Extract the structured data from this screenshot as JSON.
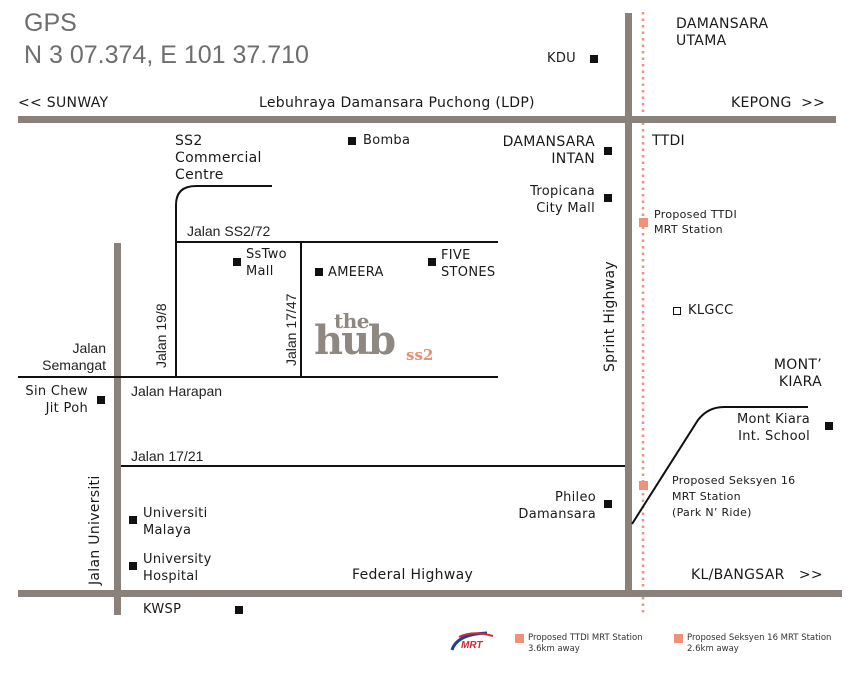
{
  "gps": {
    "title": "GPS",
    "coordinates": "N 3 07.374, E 101 37.710"
  },
  "colors": {
    "highway": "#8a817a",
    "road": "#111111",
    "mrt_line": "#f0917a",
    "hub_gray": "#8f8881",
    "hub_accent": "#ef8a6e",
    "gps_text": "#6e6e6e"
  },
  "highways": {
    "ldp": "Lebuhraya Damansara Puchong (LDP)",
    "sunway": "<< SUNWAY",
    "kepong": "KEPONG  >>",
    "sprint": "Sprint Highway",
    "federal": "Federal Highway",
    "kl_bangsar": "KL/BANGSAR   >>",
    "jalan_universiti": "Jalan Universiti"
  },
  "roads": {
    "ss2_72": "Jalan SS2/72",
    "jalan_19_8": "Jalan 19/8",
    "jalan_17_47": "Jalan 17/47",
    "harapan": "Jalan Harapan",
    "jalan_17_21": "Jalan 17/21",
    "semangat_1": "Jalan",
    "semangat_2": "Semangat"
  },
  "areas": {
    "damansara_utama_1": "DAMANSARA",
    "damansara_utama_2": "UTAMA",
    "ttdi": "TTDI",
    "mont_kiara_1": "MONT’",
    "mont_kiara_2": "KIARA",
    "ss2_cc_1": "SS2",
    "ss2_cc_2": "Commercial",
    "ss2_cc_3": "Centre"
  },
  "landmarks": {
    "kdu": "KDU",
    "bomba": "Bomba",
    "damansara_intan_1": "DAMANSARA",
    "damansara_intan_2": "INTAN",
    "tropicana_1": "Tropicana",
    "tropicana_2": "City Mall",
    "sstwo_1": "SsTwo",
    "sstwo_2": "Mall",
    "ameera": "AMEERA",
    "five_stones_1": "FIVE",
    "five_stones_2": "STONES",
    "klgcc": "KLGCC",
    "sin_chew_1": "Sin Chew",
    "sin_chew_2": "Jit Poh",
    "mkis_1": "Mont Kiara",
    "mkis_2": "Int. School",
    "phileo_1": "Phileo",
    "phileo_2": "Damansara",
    "um_1": "Universiti",
    "um_2": "Malaya",
    "uh_1": "University",
    "uh_2": "Hospital",
    "kwsp": "KWSP"
  },
  "stations": {
    "ttdi_1": "Proposed TTDI",
    "ttdi_2": "MRT Station",
    "s16_1": "Proposed Seksyen 16",
    "s16_2": "MRT Station",
    "s16_3": "(Park N’ Ride)"
  },
  "logo": {
    "the": "the",
    "hub": "hub",
    "ss2": "ss2"
  },
  "legend": {
    "mrt_logo": "MRT",
    "items": [
      {
        "title": "Proposed TTDI MRT Station",
        "distance": "3.6km away"
      },
      {
        "title": "Proposed Seksyen 16 MRT Station",
        "distance": "2.6km away"
      }
    ]
  }
}
